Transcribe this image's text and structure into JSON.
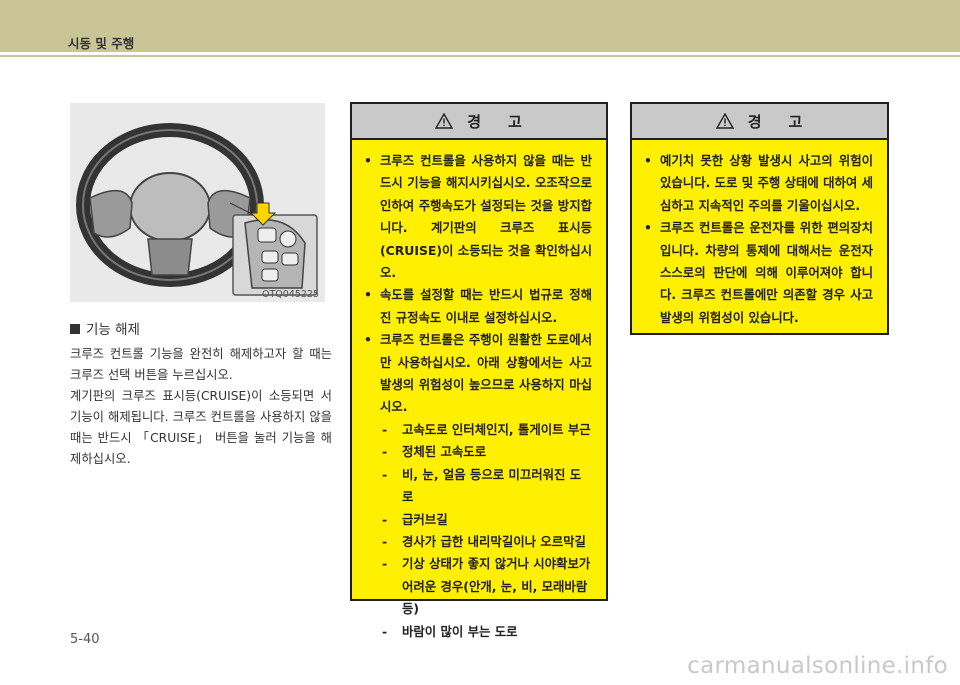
{
  "header": {
    "title": "시동 및 주행"
  },
  "figure": {
    "code": "OTQ045225"
  },
  "section": {
    "heading": "기능 해제",
    "paragraphs": [
      "크루즈 컨트롤 기능을 완전히 해제하고자 할 때는 크루즈 선택 버튼을 누르십시오.",
      "계기판의 크루즈 표시등(CRUISE)이 소등되면 서 기능이 해제됩니다. 크루즈 컨트롤을 사용하지 않을 때는 반드시 「CRUISE」 버튼을 눌러 기능을 해제하십시오."
    ]
  },
  "warning1": {
    "title_a": "경",
    "title_b": "고",
    "bullets": [
      "크루즈 컨트롤을 사용하지 않을 때는 반드시 기능을 해지시키십시오. 오조작으로 인하여 주행속도가 설정되는 것을 방지합니다. 계기판의 크루즈 표시등 (CRUISE)이 소등되는 것을 확인하십시오.",
      "속도를 설정할 때는 반드시 법규로 정해진 규정속도 이내로 설정하십시오.",
      "크루즈 컨트롤은 주행이 원활한 도로에서만 사용하십시오. 아래 상황에서는 사고 발생의 위험성이 높으므로 사용하지 마십시오."
    ],
    "dashes": [
      "고속도로 인터체인지, 톨게이트 부근",
      "정체된 고속도로",
      "비, 눈, 얼음 등으로 미끄러워진 도로",
      "급커브길",
      "경사가 급한 내리막길이나 오르막길",
      "기상 상태가 좋지 않거나 시야확보가 어려운 경우(안개, 눈, 비, 모래바람 등)",
      "바람이 많이 부는 도로"
    ]
  },
  "warning2": {
    "title_a": "경",
    "title_b": "고",
    "bullets": [
      "예기치 못한 상황 발생시 사고의 위험이 있습니다. 도로 및 주행 상태에 대하여 세심하고 지속적인 주의를 기울이십시오.",
      "크루즈 컨트롤은 운전자를 위한 편의장치입니다. 차량의 통제에 대해서는 운전자 스스로의 판단에 의해 이루어져야 합니다. 크루즈 컨트롤에만 의존할 경우 사고 발생의 위험성이 있습니다."
    ]
  },
  "footer": {
    "page": "5-40",
    "watermark": "carmanualsonline.info"
  },
  "colors": {
    "header": "#c9c596",
    "warning_bg": "#ffef00",
    "warning_head": "#c9c9c9"
  }
}
